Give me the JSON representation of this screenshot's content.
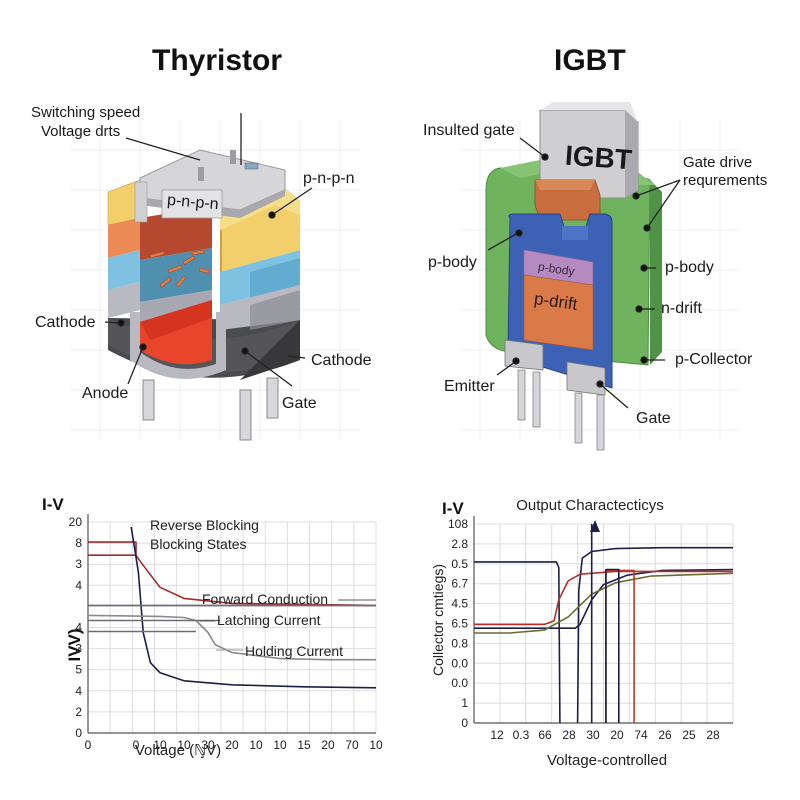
{
  "thyristor": {
    "title": "Thyristor",
    "labels": {
      "switching_speed": "Switching speed",
      "voltage_drts": "Voltage drts",
      "pnpn_right": "p-n-p-n",
      "pnpn_body": "p-n-p-n",
      "cathode_left": "Cathode",
      "cathode_right": "Cathode",
      "anode": "Anode",
      "gate": "Gate"
    },
    "colors": {
      "yellow_layer": "#f2cf6a",
      "orange_layer": "#ec8a55",
      "blue_layer": "#7fc1e0",
      "gray_layer": "#b9b9c2",
      "dark_base": "#4b4b4f",
      "red_core": "#e8452a",
      "cap": "#d6d6d8"
    }
  },
  "igbt": {
    "title": "IGBT",
    "labels": {
      "insulted_gate": "Insulted gate",
      "chip_text": "IGBT",
      "gate_drive_1": "Gate drive",
      "gate_drive_2": "requrements",
      "p_body_left": "p-body",
      "p_body_inner": "p-body",
      "p_drift": "p-drift",
      "p_body_right": "p-body",
      "n_drift": "n-drift",
      "p_collector": "p-Collector",
      "emitter": "Emitter",
      "gate": "Gate"
    },
    "colors": {
      "green": "#6fb35f",
      "blue": "#3d62b5",
      "orange": "#d97a48",
      "purple": "#b58ac0",
      "copper": "#c86e3e",
      "metal": "#cfcfd2"
    }
  },
  "chart_data": [
    {
      "type": "line",
      "title": "I-V",
      "xlabel": "Voltage (ℕ̧V)",
      "ylabel": "IVV)",
      "x_tick_labels": [
        "0",
        "",
        "0",
        "10",
        "10",
        "30",
        "20",
        "10",
        "10",
        "15",
        "20",
        "70",
        "10"
      ],
      "y_tick_labels": [
        "20",
        "8",
        "3",
        "4",
        "",
        "4",
        "3",
        "5",
        "4",
        "2",
        "0"
      ],
      "grid": true,
      "annotations": [
        "Reverse Blocking",
        "Blocking States",
        "Forward Conduction",
        "Latching Current",
        "Holding Current"
      ],
      "series": [
        {
          "name": "Reverse Blocking (red)",
          "color": "#a52a2a",
          "points": [
            [
              0,
              19
            ],
            [
              2,
              19
            ],
            [
              2,
              17.7
            ],
            [
              2.2,
              17
            ],
            [
              3,
              14.5
            ],
            [
              4,
              13.4
            ],
            [
              6,
              12.9
            ],
            [
              12,
              12.7
            ]
          ]
        },
        {
          "name": "Blocking level 8 (red)",
          "color": "#a52a2a",
          "points": [
            [
              0,
              17.7
            ],
            [
              2,
              17.7
            ]
          ]
        },
        {
          "name": "Main conduction (navy)",
          "color": "#1c1f4a",
          "points": [
            [
              1.8,
              20.5
            ],
            [
              2.1,
              16
            ],
            [
              2.3,
              10
            ],
            [
              2.6,
              7
            ],
            [
              3,
              6
            ],
            [
              4,
              5.2
            ],
            [
              6,
              4.8
            ],
            [
              9,
              4.6
            ],
            [
              12,
              4.5
            ]
          ]
        },
        {
          "name": "Forward Conduction (gray)",
          "color": "#8a8a8a",
          "points": [
            [
              0,
              11.7
            ],
            [
              3,
              11.6
            ],
            [
              4,
              11.5
            ],
            [
              4.5,
              11.2
            ],
            [
              5,
              10
            ],
            [
              5.3,
              8.8
            ],
            [
              6,
              8
            ],
            [
              8,
              7.4
            ],
            [
              10,
              7.3
            ],
            [
              12,
              7.3
            ]
          ]
        },
        {
          "name": "Latching Current (gray)",
          "color": "#6c6c74",
          "points": [
            [
              0,
              11.2
            ],
            [
              5.5,
              11.2
            ]
          ]
        },
        {
          "name": "Holding Current (gray)",
          "color": "#6c6c74",
          "points": [
            [
              0,
              10.1
            ],
            [
              4.5,
              10.1
            ]
          ]
        },
        {
          "name": "Level 4 (gray)",
          "color": "#6c6c74",
          "points": [
            [
              0,
              12.7
            ],
            [
              12,
              12.7
            ]
          ]
        }
      ]
    },
    {
      "type": "line",
      "title": "Output Charactecticys",
      "corner_label": "I-V",
      "xlabel": "Voltage-controlled",
      "ylabel": "Collector cmtiegs)",
      "x_tick_labels": [
        "12",
        "0.3",
        "66",
        "28",
        "30",
        "20",
        "74",
        "26",
        "25",
        "28"
      ],
      "y_tick_labels": [
        "108",
        "2.8",
        "0.5",
        "6.7",
        "4.5",
        "6.5",
        "0.8",
        "0.0",
        "0.0",
        "1",
        "0"
      ],
      "grid": true,
      "series": [
        {
          "name": "Top curve (navy)",
          "color": "#1c1f4a",
          "points": [
            [
              4.4,
              0
            ],
            [
              4.45,
              7
            ],
            [
              4.6,
              8.7
            ],
            [
              5,
              9.05
            ],
            [
              6,
              9.2
            ],
            [
              8,
              9.25
            ],
            [
              11,
              9.25
            ]
          ]
        },
        {
          "name": "Second curve (navy)",
          "color": "#1c1f4a",
          "points": [
            [
              0,
              5
            ],
            [
              4.3,
              5
            ],
            [
              4.5,
              5.2
            ],
            [
              5,
              6.5
            ],
            [
              5.5,
              7.3
            ],
            [
              6.5,
              7.8
            ],
            [
              8,
              8.05
            ],
            [
              11,
              8.1
            ]
          ]
        },
        {
          "name": "Step to 0.5 (navy)",
          "color": "#1c1f4a",
          "points": [
            [
              0,
              8.5
            ],
            [
              3.5,
              8.5
            ],
            [
              3.6,
              8.2
            ],
            [
              3.65,
              0
            ]
          ]
        },
        {
          "name": "Red curve",
          "color": "#b5302a",
          "points": [
            [
              0,
              5.2
            ],
            [
              3,
              5.2
            ],
            [
              3.4,
              5.4
            ],
            [
              3.6,
              6.5
            ],
            [
              4,
              7.5
            ],
            [
              4.5,
              7.85
            ],
            [
              6,
              8
            ],
            [
              11,
              8
            ]
          ]
        },
        {
          "name": "Olive curve",
          "color": "#6b6b2e",
          "points": [
            [
              0,
              4.75
            ],
            [
              1.5,
              4.75
            ],
            [
              3,
              4.9
            ],
            [
              4,
              5.6
            ],
            [
              5,
              6.8
            ],
            [
              6,
              7.4
            ],
            [
              7.5,
              7.75
            ],
            [
              11,
              7.9
            ]
          ]
        },
        {
          "name": "Red pulse",
          "color": "#c0392b",
          "points": [
            [
              6.8,
              0
            ],
            [
              6.8,
              8.05
            ],
            [
              5.6,
              8.05
            ],
            [
              5.6,
              0
            ]
          ]
        },
        {
          "name": "Navy pulse A",
          "color": "#1c1f4a",
          "points": [
            [
              5.6,
              0
            ],
            [
              5.6,
              8.1
            ],
            [
              6.15,
              8.1
            ],
            [
              6.15,
              0
            ]
          ]
        },
        {
          "name": "Navy pulse B",
          "color": "#1c1f4a",
          "points": [
            [
              5.0,
              0
            ],
            [
              5.0,
              10.5
            ]
          ]
        }
      ]
    }
  ]
}
